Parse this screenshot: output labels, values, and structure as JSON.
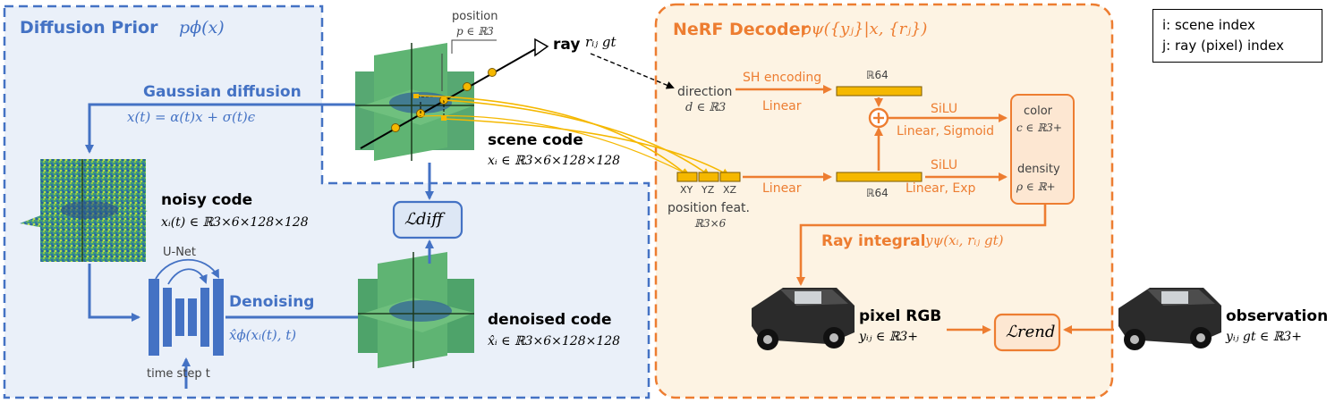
{
  "diffusion_prior": {
    "title": "Diffusion Prior",
    "title_math": "pϕ(x)",
    "gaussian_diffusion": "Gaussian diffusion",
    "gaussian_formula": "x(t) = α(t)x + σ(t)ϵ",
    "noisy_code": "noisy code",
    "noisy_code_math": "xᵢ(t) ∈ ℝ3×6×128×128",
    "unet": "U-Net",
    "denoising": "Denoising",
    "denoising_math": "x̂ϕ(xᵢ(t), t)",
    "time_step": "time step t",
    "loss_diff": "ℒdiff",
    "denoised_code": "denoised code",
    "denoised_code_math": "x̂ᵢ ∈ ℝ3×6×128×128"
  },
  "scene": {
    "position": "position",
    "position_math": "p ∈ ℝ3",
    "ray": "ray",
    "ray_math": "rᵢⱼ gt",
    "scene_code": "scene code",
    "scene_code_math": "xᵢ ∈ ℝ3×6×128×128"
  },
  "nerf_decoder": {
    "title": "NeRF Decoder",
    "title_math": "pψ({yⱼ}|x, {rⱼ})",
    "direction": "direction",
    "direction_math": "d ∈ ℝ3",
    "sh_encoding": "SH encoding",
    "linear_top": "Linear",
    "r64_top": "ℝ64",
    "silu_top": "SiLU",
    "linear_sigmoid": "Linear, Sigmoid",
    "color": "color",
    "color_math": "c ∈ ℝ3+",
    "xy": "XY",
    "yz": "YZ",
    "xz": "XZ",
    "position_feat": "position feat.",
    "position_feat_math": "ℝ3×6",
    "linear_bottom": "Linear",
    "r64_bottom": "ℝ64",
    "silu_bottom": "SiLU",
    "linear_exp": "Linear, Exp",
    "density": "density",
    "density_math": "ρ ∈ ℝ+",
    "ray_integral": "Ray integral",
    "ray_integral_math": "yψ(xᵢ, rᵢⱼ gt)"
  },
  "render": {
    "pixel_rgb": "pixel RGB",
    "pixel_rgb_math": "yᵢⱼ ∈ ℝ3+",
    "loss_rend": "ℒrend",
    "observation": "observation",
    "observation_math": "yᵢⱼ gt ∈ ℝ3+"
  },
  "legend": {
    "line1": "i: scene index",
    "line2": "j: ray (pixel) index"
  },
  "colors": {
    "blue": "#4472c4",
    "orange": "#ed7d31",
    "yellow": "#f5b800",
    "green_code": "#4ea36a",
    "blue_panel": "#eaf0f9",
    "orange_panel": "#fdf3e3"
  }
}
